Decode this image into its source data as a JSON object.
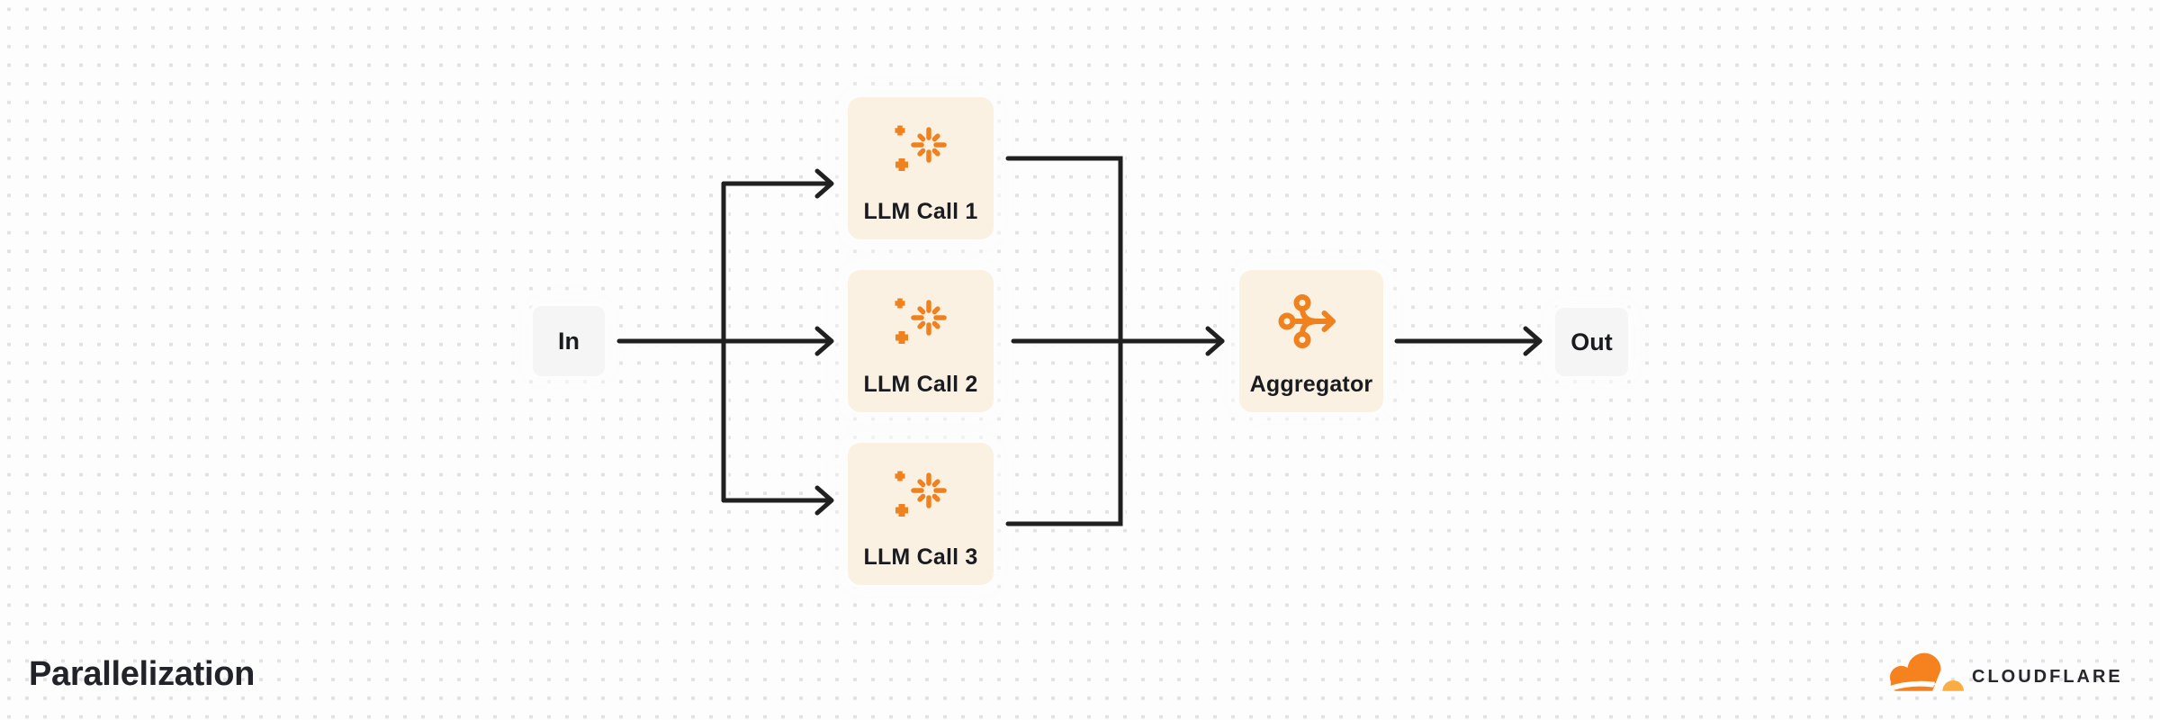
{
  "title": "Parallelization",
  "diagram": {
    "input": {
      "label": "In"
    },
    "llm_calls": [
      {
        "label": "LLM Call 1",
        "icon": "sparkles-icon"
      },
      {
        "label": "LLM Call 2",
        "icon": "sparkles-icon"
      },
      {
        "label": "LLM Call 3",
        "icon": "sparkles-icon"
      }
    ],
    "aggregator": {
      "label": "Aggregator",
      "icon": "merge-arrow-icon"
    },
    "output": {
      "label": "Out"
    }
  },
  "branding": {
    "wordmark": "CLOUDFLARE",
    "logo_icon": "cloudflare-cloud-icon"
  },
  "colors": {
    "background": "#FDFDFD",
    "grid_dot": "#E2E2E4",
    "connector": "#202020",
    "process_fill": "#FBF1E2",
    "terminal_fill": "#F5F5F6",
    "text": "#1A1B1F",
    "icon_orange": "#F0811F",
    "logo_orange": "#F6821F",
    "logo_light_orange": "#FBAD41"
  }
}
